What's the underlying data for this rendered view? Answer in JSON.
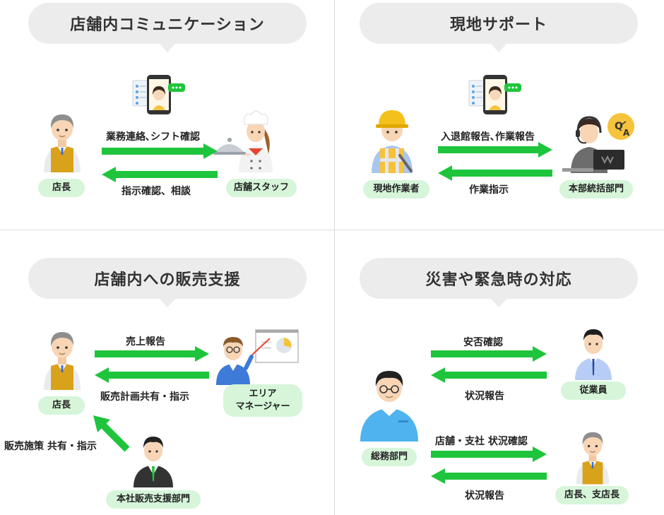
{
  "sections": [
    {
      "title": "店舗内コミュニケーション",
      "roles": [
        "店長",
        "店舗スタッフ"
      ],
      "arrows": [
        "業務連絡､シフト確認",
        "指示確認、相談"
      ]
    },
    {
      "title": "現地サポート",
      "roles": [
        "現地作業者",
        "本部統括部門"
      ],
      "arrows": [
        "入退館報告､作業報告",
        "作業指示"
      ]
    },
    {
      "title": "店舗内への販売支援",
      "roles": [
        "店長",
        "エリア",
        "マネージャー",
        "本社販売支援部門"
      ],
      "arrows": [
        "売上報告",
        "販売計画共有・指示",
        "販売施策 共有・指示"
      ]
    },
    {
      "title": "災害や緊急時の対応",
      "roles": [
        "総務部門",
        "従業員",
        "店長、支店長"
      ],
      "arrows": [
        "安否確認",
        "状況報告",
        "店舗・支社 状況確認",
        "状況報告"
      ]
    }
  ],
  "colors": {
    "arrow": "#1ec53c",
    "pill": "#d6f5d9",
    "bubble": "#ececec"
  },
  "icons": [
    "smartphone-video-call-icon",
    "manager-avatar-icon",
    "chef-avatar-icon",
    "worker-avatar-icon",
    "operator-avatar-icon",
    "presenter-avatar-icon",
    "businessman-avatar-icon",
    "staff-avatar-icon"
  ]
}
